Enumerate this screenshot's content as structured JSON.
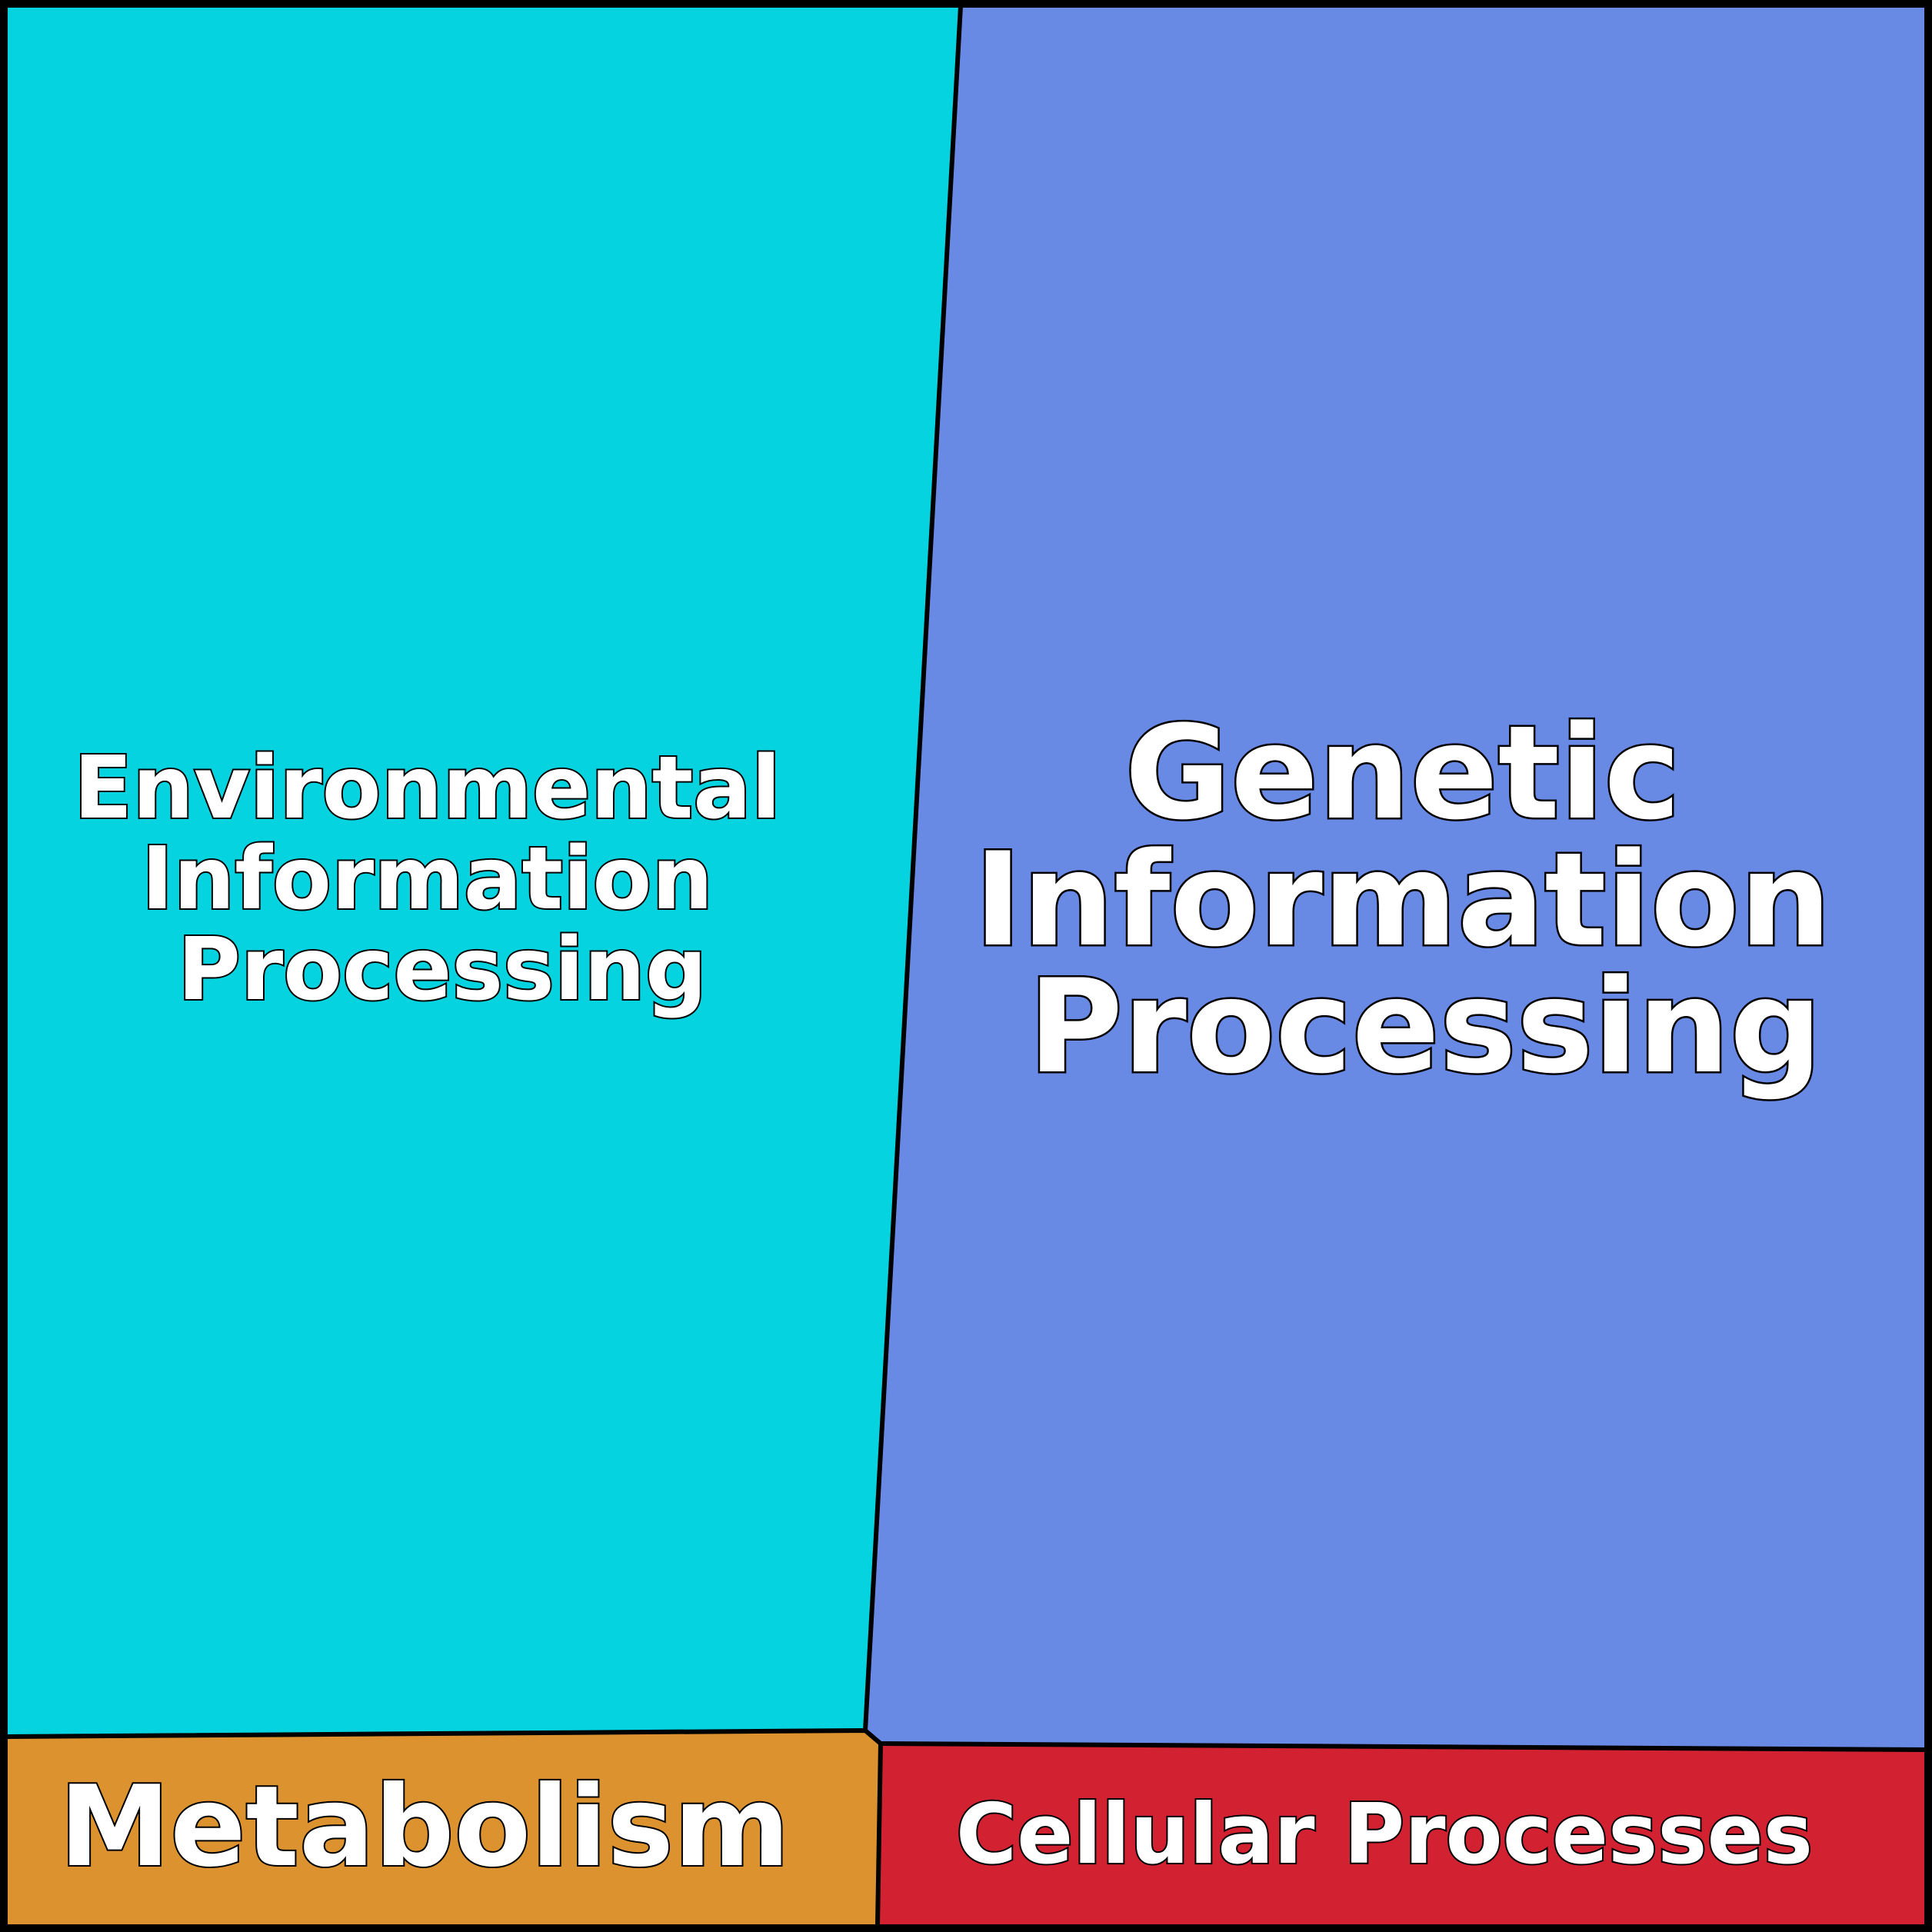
{
  "chart_data": {
    "type": "treemap",
    "cells": [
      {
        "label": "Environmental Information Processing",
        "lines": [
          "Environmental",
          "Information",
          "Processing"
        ],
        "color": "#05d3df"
      },
      {
        "label": "Genetic Information Processing",
        "lines": [
          "Genetic",
          "Information",
          "Processing"
        ],
        "color": "#6889e4"
      },
      {
        "label": "Metabolism",
        "lines": [
          "Metabolism"
        ],
        "color": "#dc922f"
      },
      {
        "label": "Cellular Processes",
        "lines": [
          "Cellular Processes"
        ],
        "color": "#d22232"
      }
    ],
    "border_color": "#000000"
  }
}
